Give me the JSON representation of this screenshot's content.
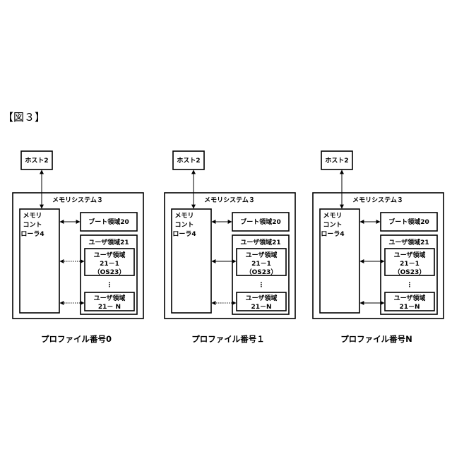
{
  "figure_label": "【図３】",
  "diagrams": [
    {
      "host": "ホスト2",
      "system": "メモリシステム３",
      "controller": [
        "メモリ",
        "コント",
        "ローラ4"
      ],
      "boot": "ブート領域20",
      "user_area": "ユーザ領域21",
      "user_first": [
        "ユーザ領域",
        "21－1",
        "（OS23）"
      ],
      "user_last": [
        "ユーザ領域",
        "21－ N"
      ],
      "ellipsis": "⋮",
      "caption": "プロファイル番号0",
      "first_link": "dotted",
      "last_link": "dotted"
    },
    {
      "host": "ホスト2",
      "system": "メモリシステム３",
      "controller": [
        "メモリ",
        "コント",
        "ローラ4"
      ],
      "boot": "ブート領域20",
      "user_area": "ユーザ領域21",
      "user_first": [
        "ユーザ領域",
        "21－1",
        "（OS23）"
      ],
      "user_last": [
        "ユーザ領域",
        "21－N"
      ],
      "ellipsis": "⋮",
      "caption": "プロファイル番号１",
      "first_link": "solid",
      "last_link": "dotted"
    },
    {
      "host": "ホスト2",
      "system": "メモリシステム３",
      "controller": [
        "メモリ",
        "コント",
        "ローラ4"
      ],
      "boot": "ブート領域20",
      "user_area": "ユーザ領域21",
      "user_first": [
        "ユーザ領域",
        "21－1",
        "（OS23）"
      ],
      "user_last": [
        "ユーザ領域",
        "21－N"
      ],
      "ellipsis": "⋮",
      "caption": "プロファイル番号N",
      "first_link": "solid",
      "last_link": "solid"
    }
  ]
}
